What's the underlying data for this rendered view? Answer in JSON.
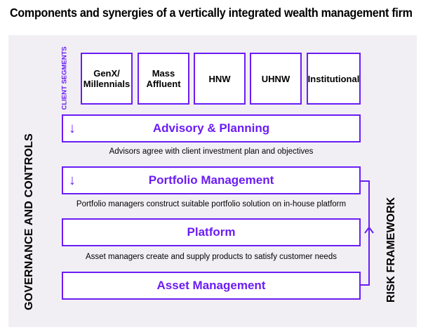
{
  "title": "Components and synergies of a vertically integrated wealth management firm",
  "side_labels": {
    "left": "GOVERNANCE AND CONTROLS",
    "right": "RISK FRAMEWORK",
    "segments": "CLIENT SEGMENTS"
  },
  "client_segments": [
    "GenX/\nMillennials",
    "Mass\nAffluent",
    "HNW",
    "UHNW",
    "Institutional"
  ],
  "layers": [
    {
      "label": "Advisory & Planning",
      "arrow": "down-arrow",
      "description": "Advisors agree with client investment plan and objectives"
    },
    {
      "label": "Portfolio Management",
      "arrow": "down-arrow",
      "description": "Portfolio managers construct suitable portfolio solution on in-house platform"
    },
    {
      "label": "Platform",
      "arrow": "",
      "description": "Asset managers create and supply products to satisfy customer needs"
    },
    {
      "label": "Asset Management",
      "arrow": "",
      "description": ""
    }
  ],
  "colors": {
    "accent": "#6b1cf5",
    "panel": "#f1eff4",
    "text": "#000000"
  }
}
